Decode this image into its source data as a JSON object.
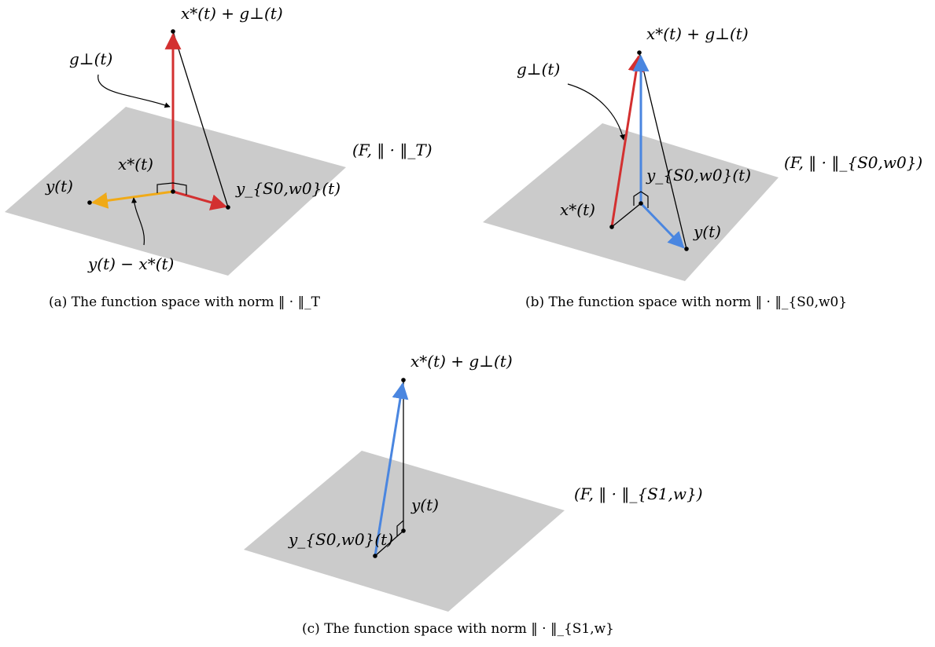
{
  "colors": {
    "plane": "#cbcbcb",
    "red": "#d33030",
    "blue": "#4a86e0",
    "orange": "#f0aa18",
    "line": "#000000"
  },
  "panel_a": {
    "caption": "(a) The function space with norm ‖ · ‖_T",
    "space": "(F, ‖ · ‖_T)",
    "top": "x*(t) + g⊥(t)",
    "g_perp": "g⊥(t)",
    "x_star": "x*(t)",
    "y": "y(t)",
    "y_s0w0": "y_{S0,w0}(t)",
    "diff": "y(t) − x*(t)"
  },
  "panel_b": {
    "caption": "(b) The function space with norm ‖ · ‖_{S0,w0}",
    "space": "(F, ‖ · ‖_{S0,w0})",
    "top": "x*(t) + g⊥(t)",
    "g_perp": "g⊥(t)",
    "y_s0w0": "y_{S0,w0}(t)",
    "x_star": "x*(t)",
    "y": "y(t)"
  },
  "panel_c": {
    "caption": "(c) The function space with norm ‖ · ‖_{S1,w}",
    "space": "(F, ‖ · ‖_{S1,w})",
    "top": "x*(t) + g⊥(t)",
    "y": "y(t)",
    "y_s0w0": "y_{S0,w0}(t)"
  }
}
